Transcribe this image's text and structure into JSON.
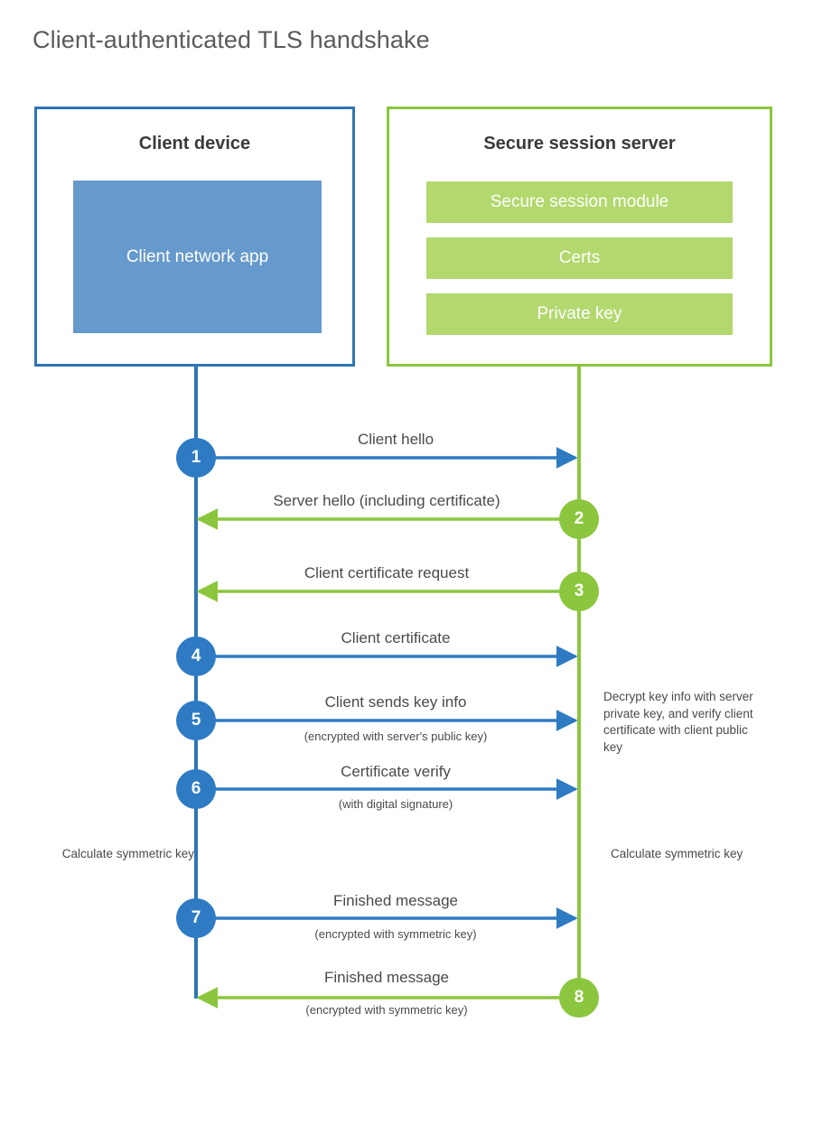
{
  "title": "Client-authenticated TLS handshake",
  "colors": {
    "client_blue": "#2e75b6",
    "client_app_fill": "#6699cc",
    "server_green": "#8cc63e",
    "server_bar_fill": "#b2d86e",
    "text": "#4a4a4a"
  },
  "actors": {
    "client": {
      "title": "Client device",
      "app_label": "Client network app"
    },
    "server": {
      "title": "Secure session server",
      "components": [
        {
          "label": "Secure session module"
        },
        {
          "label": "Certs"
        },
        {
          "label": "Private key"
        }
      ]
    }
  },
  "messages": [
    {
      "step": "1",
      "label": "Client hello",
      "sublabel": "",
      "direction": "client-to-server"
    },
    {
      "step": "2",
      "label": "Server hello (including certificate)",
      "sublabel": "",
      "direction": "server-to-client"
    },
    {
      "step": "3",
      "label": "Client certificate request",
      "sublabel": "",
      "direction": "server-to-client"
    },
    {
      "step": "4",
      "label": "Client certificate",
      "sublabel": "",
      "direction": "client-to-server"
    },
    {
      "step": "5",
      "label": "Client sends key info",
      "sublabel": "(encrypted with server's public key)",
      "direction": "client-to-server"
    },
    {
      "step": "6",
      "label": "Certificate verify",
      "sublabel": "(with digital signature)",
      "direction": "client-to-server"
    },
    {
      "step": "7",
      "label": "Finished message",
      "sublabel": "(encrypted with symmetric key)",
      "direction": "client-to-server"
    },
    {
      "step": "8",
      "label": "Finished message",
      "sublabel": "(encrypted with symmetric key)",
      "direction": "server-to-client"
    }
  ],
  "notes": {
    "server_decrypt": "Decrypt key info with server private key, and verify client certificate with client public key",
    "client_calculate": "Calculate symmetric key",
    "server_calculate": "Calculate symmetric key"
  }
}
